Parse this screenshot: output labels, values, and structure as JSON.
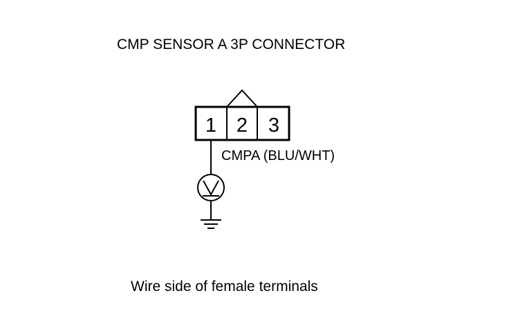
{
  "title": "CMP SENSOR A 3P CONNECTOR",
  "connector": {
    "pins": [
      "1",
      "2",
      "3"
    ]
  },
  "wire_label": "CMPA (BLU/WHT)",
  "caption": "Wire side of female terminals",
  "icons": {
    "meter": "voltmeter-icon",
    "ground": "ground-icon"
  },
  "colors": {
    "ink": "#000000",
    "background": "#ffffff"
  }
}
